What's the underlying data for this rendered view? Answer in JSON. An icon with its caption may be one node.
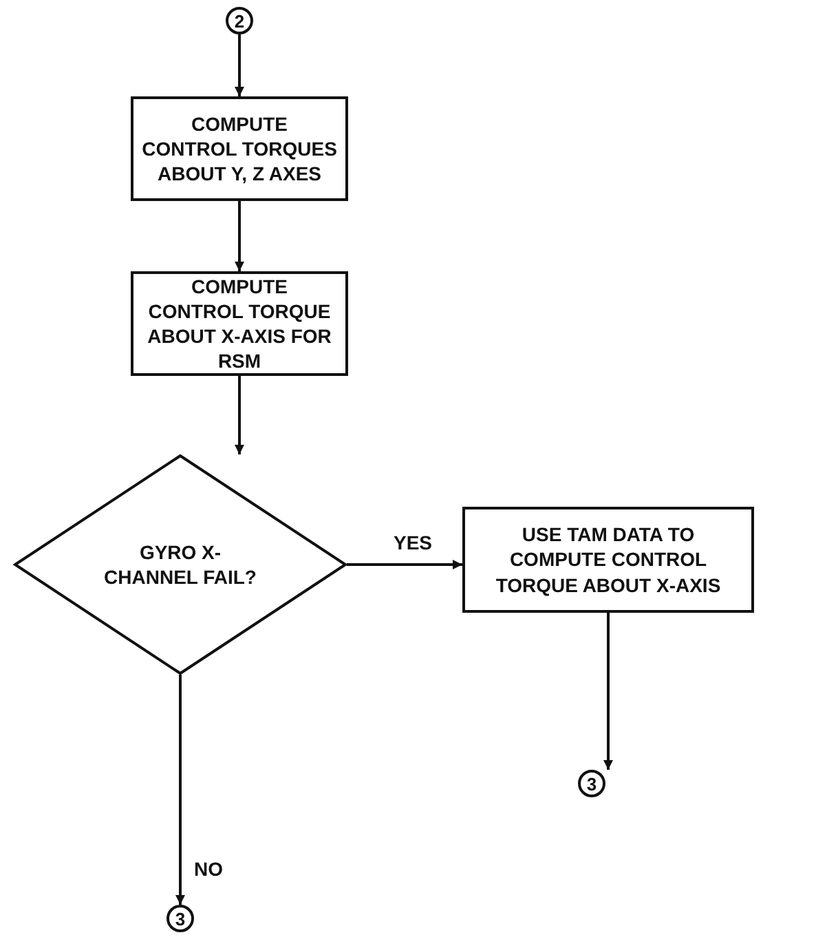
{
  "diagram": {
    "nodes": [
      {
        "text": [
          "2"
        ]
      },
      {
        "text": [
          "COMPUTE CONTROL TORQUES ABOUT Y, Z AXES"
        ]
      },
      {
        "text": [
          "COMPUTE CONTROL TORQUE ABOUT X-AXIS FOR RSM"
        ]
      },
      {
        "text": [
          "GYRO X-CHANNEL FAIL?"
        ]
      },
      {
        "text": [
          "USE TAM DATA TO COMPUTE CONTROL TORQUE ABOUT X-AXIS"
        ]
      },
      {
        "text": [
          "3"
        ]
      },
      {
        "text": [
          "3"
        ]
      }
    ],
    "edges": [
      {
        "from": 0,
        "to": 1,
        "arrow": "to"
      },
      {
        "from": 1,
        "to": 2,
        "arrow": "to"
      },
      {
        "from": 2,
        "to": 3,
        "arrow": "to"
      },
      {
        "from": 3,
        "to": 4,
        "arrow": "to",
        "label": "YES"
      },
      {
        "from": 3,
        "to": 6,
        "arrow": "to",
        "label": "NO"
      },
      {
        "from": 4,
        "to": 5,
        "arrow": "to"
      }
    ]
  }
}
